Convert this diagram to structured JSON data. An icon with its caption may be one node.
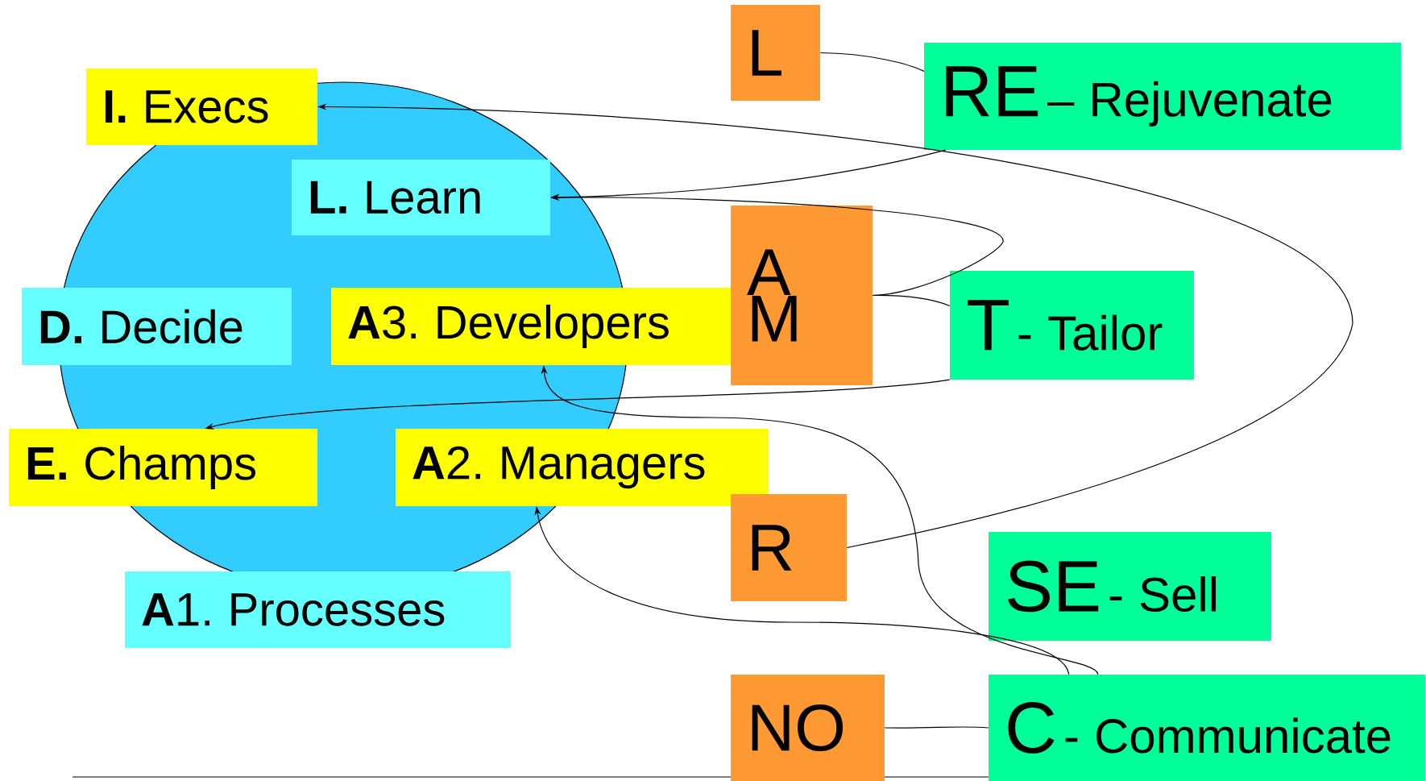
{
  "diagram": {
    "nodes": [
      {
        "text": [
          "L"
        ]
      },
      {
        "text": [
          "RE",
          "– Rejuvenate"
        ]
      },
      {
        "text": [
          "**I.** Execs"
        ]
      },
      {
        "text": [
          "**L.** Learn"
        ]
      },
      {
        "text": [
          "A",
          "M"
        ]
      },
      {
        "text": [
          "**D.** Decide"
        ]
      },
      {
        "text": [
          "**A**3. Developers"
        ]
      },
      {
        "text": [
          "T",
          "- Tailor"
        ]
      },
      {
        "text": [
          "**E.** Champs"
        ]
      },
      {
        "text": [
          "**A**2. Managers"
        ]
      },
      {
        "text": [
          "R"
        ]
      },
      {
        "text": [
          "SE",
          "- Sell"
        ]
      },
      {
        "text": [
          "**A**1. Processes"
        ]
      },
      {
        "text": [
          "NO"
        ]
      },
      {
        "text": [
          "C",
          "- Communicate"
        ]
      }
    ],
    "edges": [
      {
        "from": 0,
        "to": 1,
        "arrow": "none"
      },
      {
        "from": 1,
        "to": 3,
        "arrow": "to"
      },
      {
        "from": 10,
        "to": 2,
        "arrow": "to"
      },
      {
        "from": 4,
        "to": 3,
        "arrow": "to"
      },
      {
        "from": 4,
        "to": 7,
        "arrow": "none"
      },
      {
        "from": 7,
        "to": 8,
        "arrow": "to"
      },
      {
        "from": 14,
        "to": 6,
        "arrow": "to"
      },
      {
        "from": 14,
        "to": 9,
        "arrow": "to"
      },
      {
        "from": 13,
        "to": 14,
        "arrow": "none"
      }
    ]
  }
}
